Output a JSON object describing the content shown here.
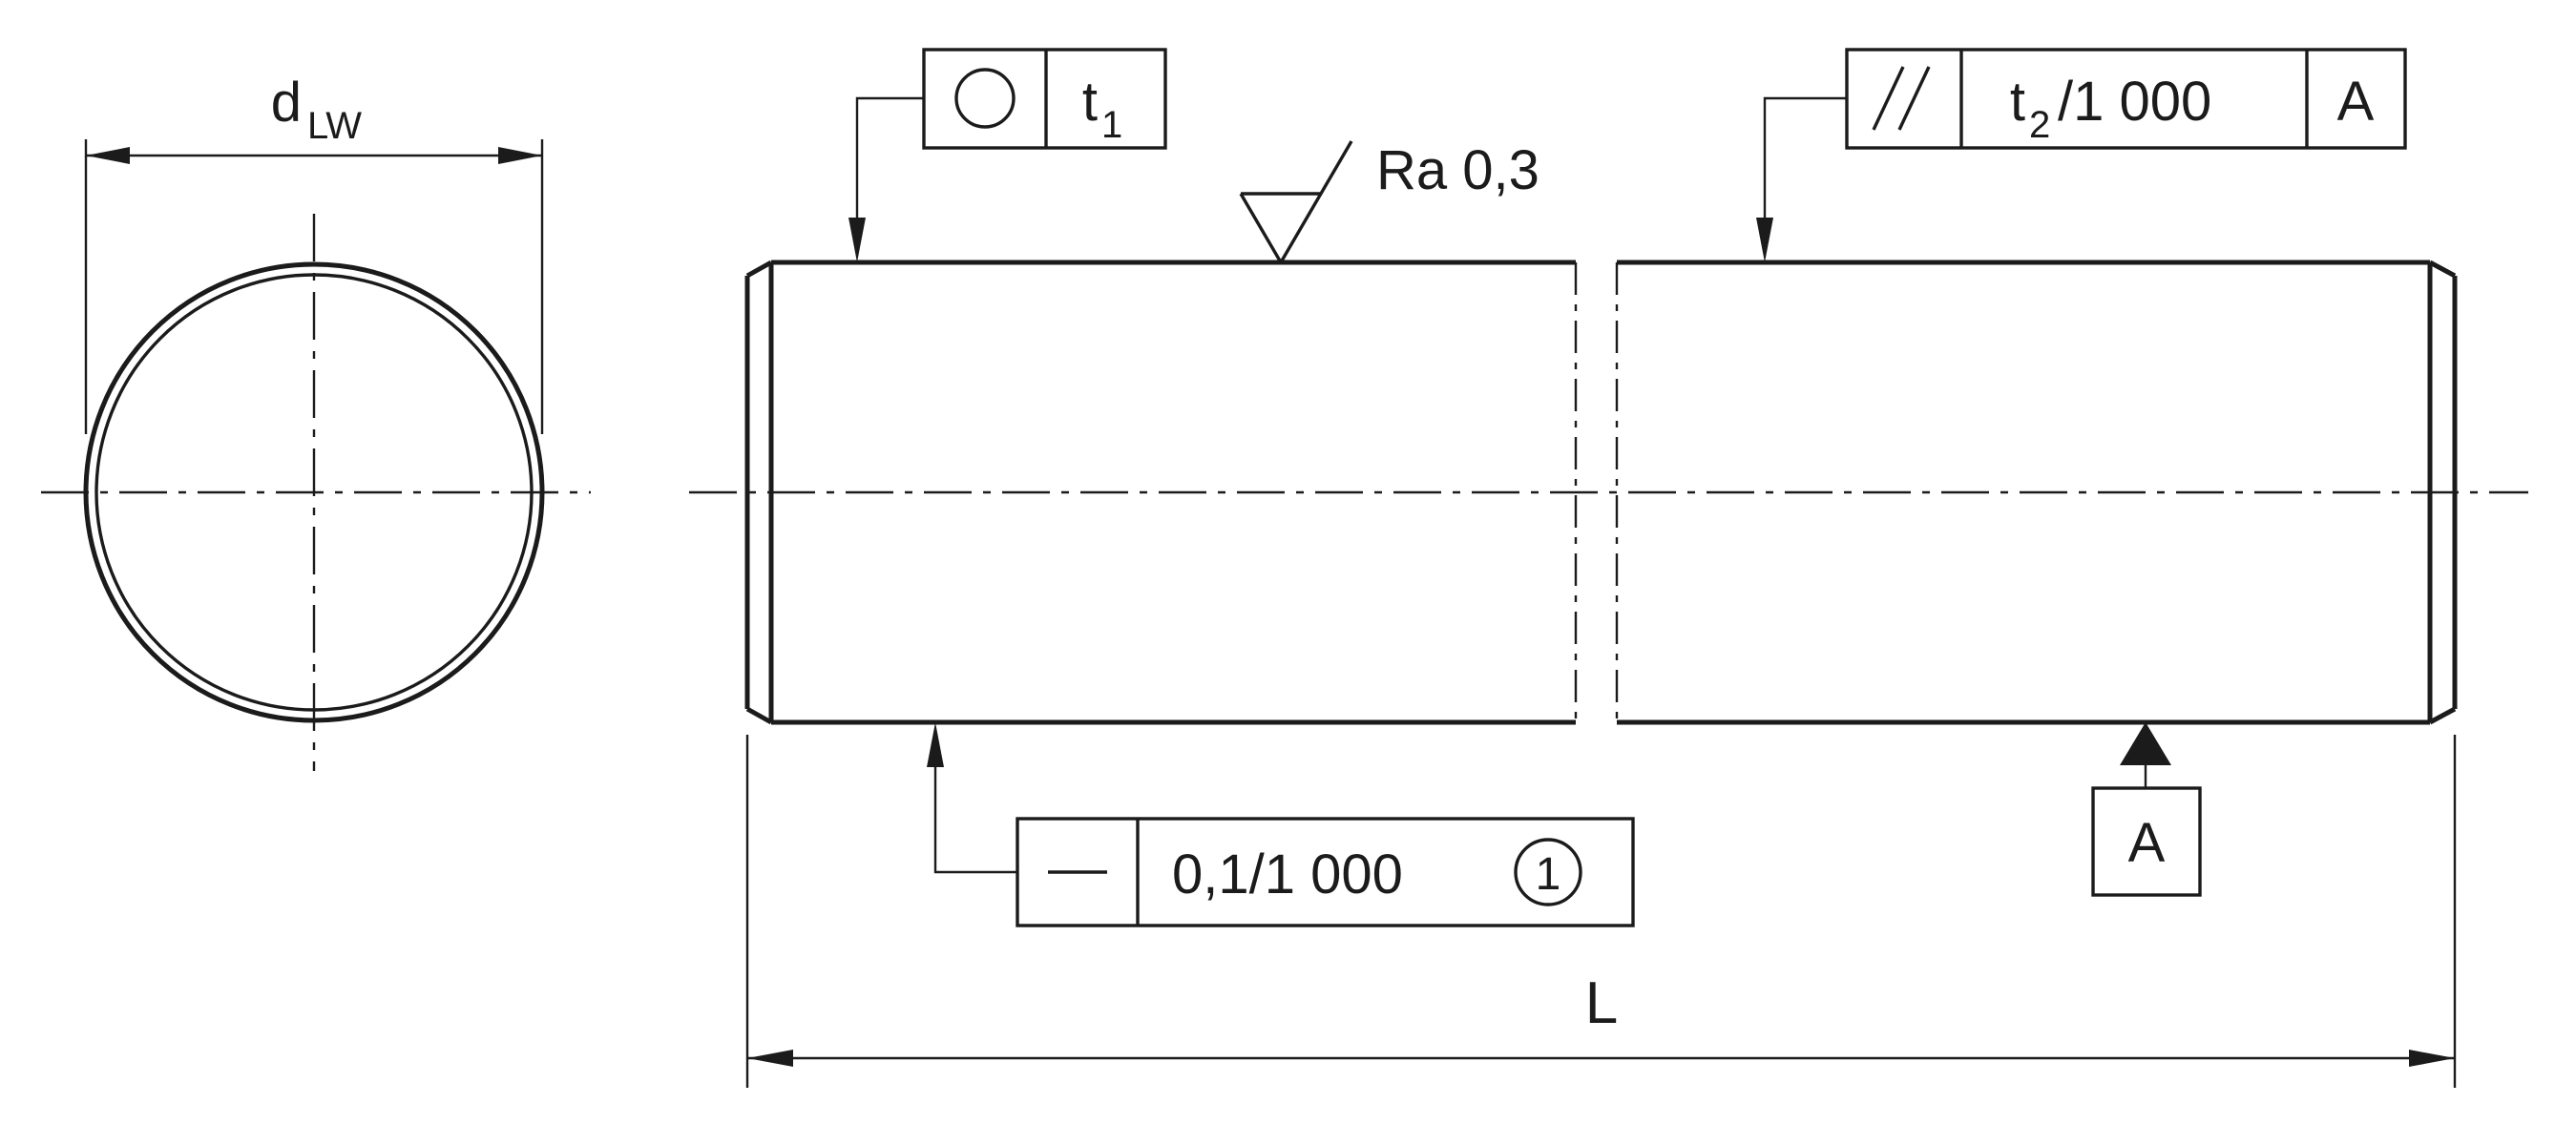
{
  "drawing": {
    "type": "technical-shaft-drawing",
    "background_color": "#ffffff",
    "line_color": "#1b1b1b",
    "end_view": {
      "diameter_label": {
        "base": "d",
        "sub": "LW"
      }
    },
    "side_view": {
      "surface_finish_label": "Ra 0,3",
      "frames": {
        "circularity": {
          "symbol_icon": "circularity-icon",
          "tolerance_base": "t",
          "tolerance_sub": "1"
        },
        "parallelism": {
          "symbol_icon": "parallelism-icon",
          "tolerance_base": "t",
          "tolerance_sub": "2",
          "tolerance_suffix": "/1 000",
          "datum_ref": "A"
        },
        "straightness": {
          "symbol_icon": "straightness-icon",
          "value": "0,1/1 000",
          "note_ref": "1"
        }
      },
      "datum_label": "A",
      "length_label": "L"
    }
  }
}
